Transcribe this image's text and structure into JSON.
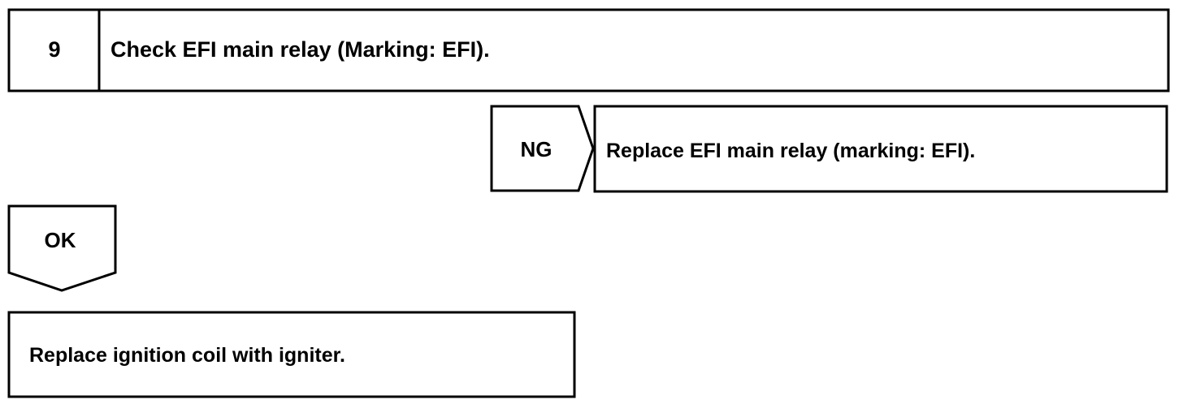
{
  "step": {
    "number": "9",
    "title": "Check EFI main relay (Marking: EFI)."
  },
  "ng_branch": {
    "label": "NG",
    "action": "Replace EFI main relay (marking: EFI)."
  },
  "ok_branch": {
    "label": "OK",
    "action": "Replace ignition coil with igniter."
  }
}
